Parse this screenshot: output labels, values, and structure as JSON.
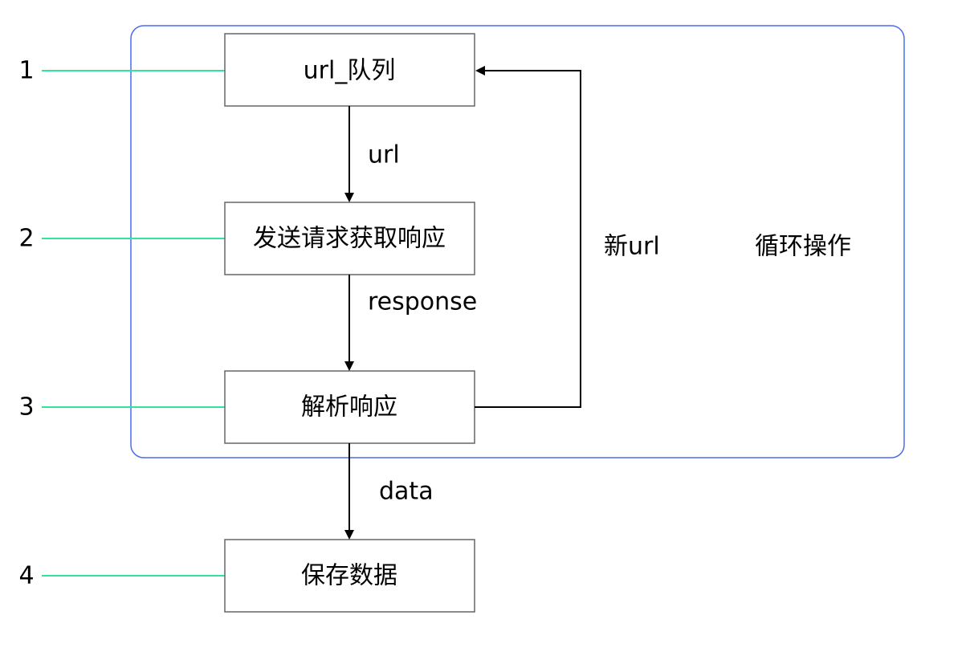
{
  "steps": [
    {
      "number": "1",
      "label": "url_队列"
    },
    {
      "number": "2",
      "label": "发送请求获取响应"
    },
    {
      "number": "3",
      "label": "解析响应"
    },
    {
      "number": "4",
      "label": "保存数据"
    }
  ],
  "edges": {
    "queue_to_request": "url",
    "request_to_parse": "response",
    "parse_to_save": "data",
    "parse_to_queue": "新url"
  },
  "loop": {
    "label": "循环操作"
  },
  "colors": {
    "box_stroke": "#666666",
    "arrow": "#000000",
    "connector": "#34e39a",
    "loop_border": "#4a6cf0"
  }
}
